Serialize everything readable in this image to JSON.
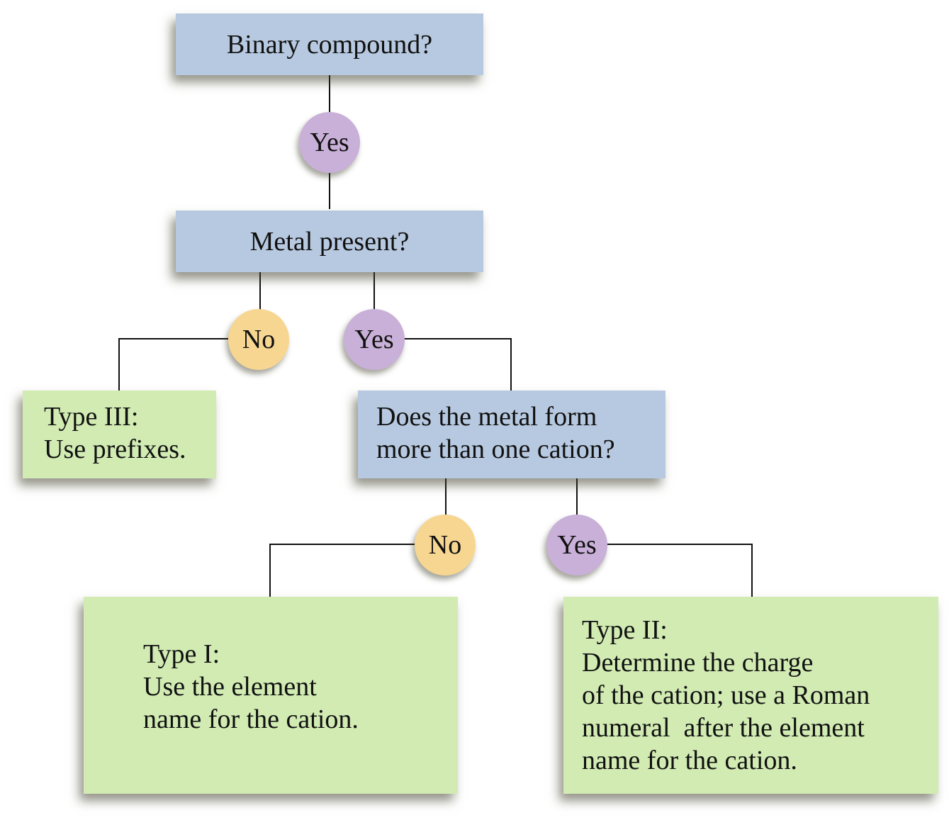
{
  "flowchart": {
    "q_binary": "Binary compound?",
    "yes_1": "Yes",
    "q_metal": "Metal present?",
    "no_metal": "No",
    "yes_metal": "Yes",
    "type3": {
      "title": "Type III:",
      "body": "Use prefixes."
    },
    "q_cation": {
      "line1": "Does the metal form",
      "line2": "more than one cation?"
    },
    "no_cation": "No",
    "yes_cation": "Yes",
    "type1": {
      "title": "Type I:",
      "line1": "Use the element",
      "line2": "name for the cation."
    },
    "type2": {
      "title": "Type II:",
      "line1": "Determine the charge",
      "line2": "of the cation; use a Roman",
      "line3": "numeral  after the element",
      "line4": "name for the cation."
    },
    "colors": {
      "question_box": "#b7c9e0",
      "result_box": "#d1ebb3",
      "yes_node": "#c9b0d8",
      "no_node": "#f6d691"
    }
  }
}
